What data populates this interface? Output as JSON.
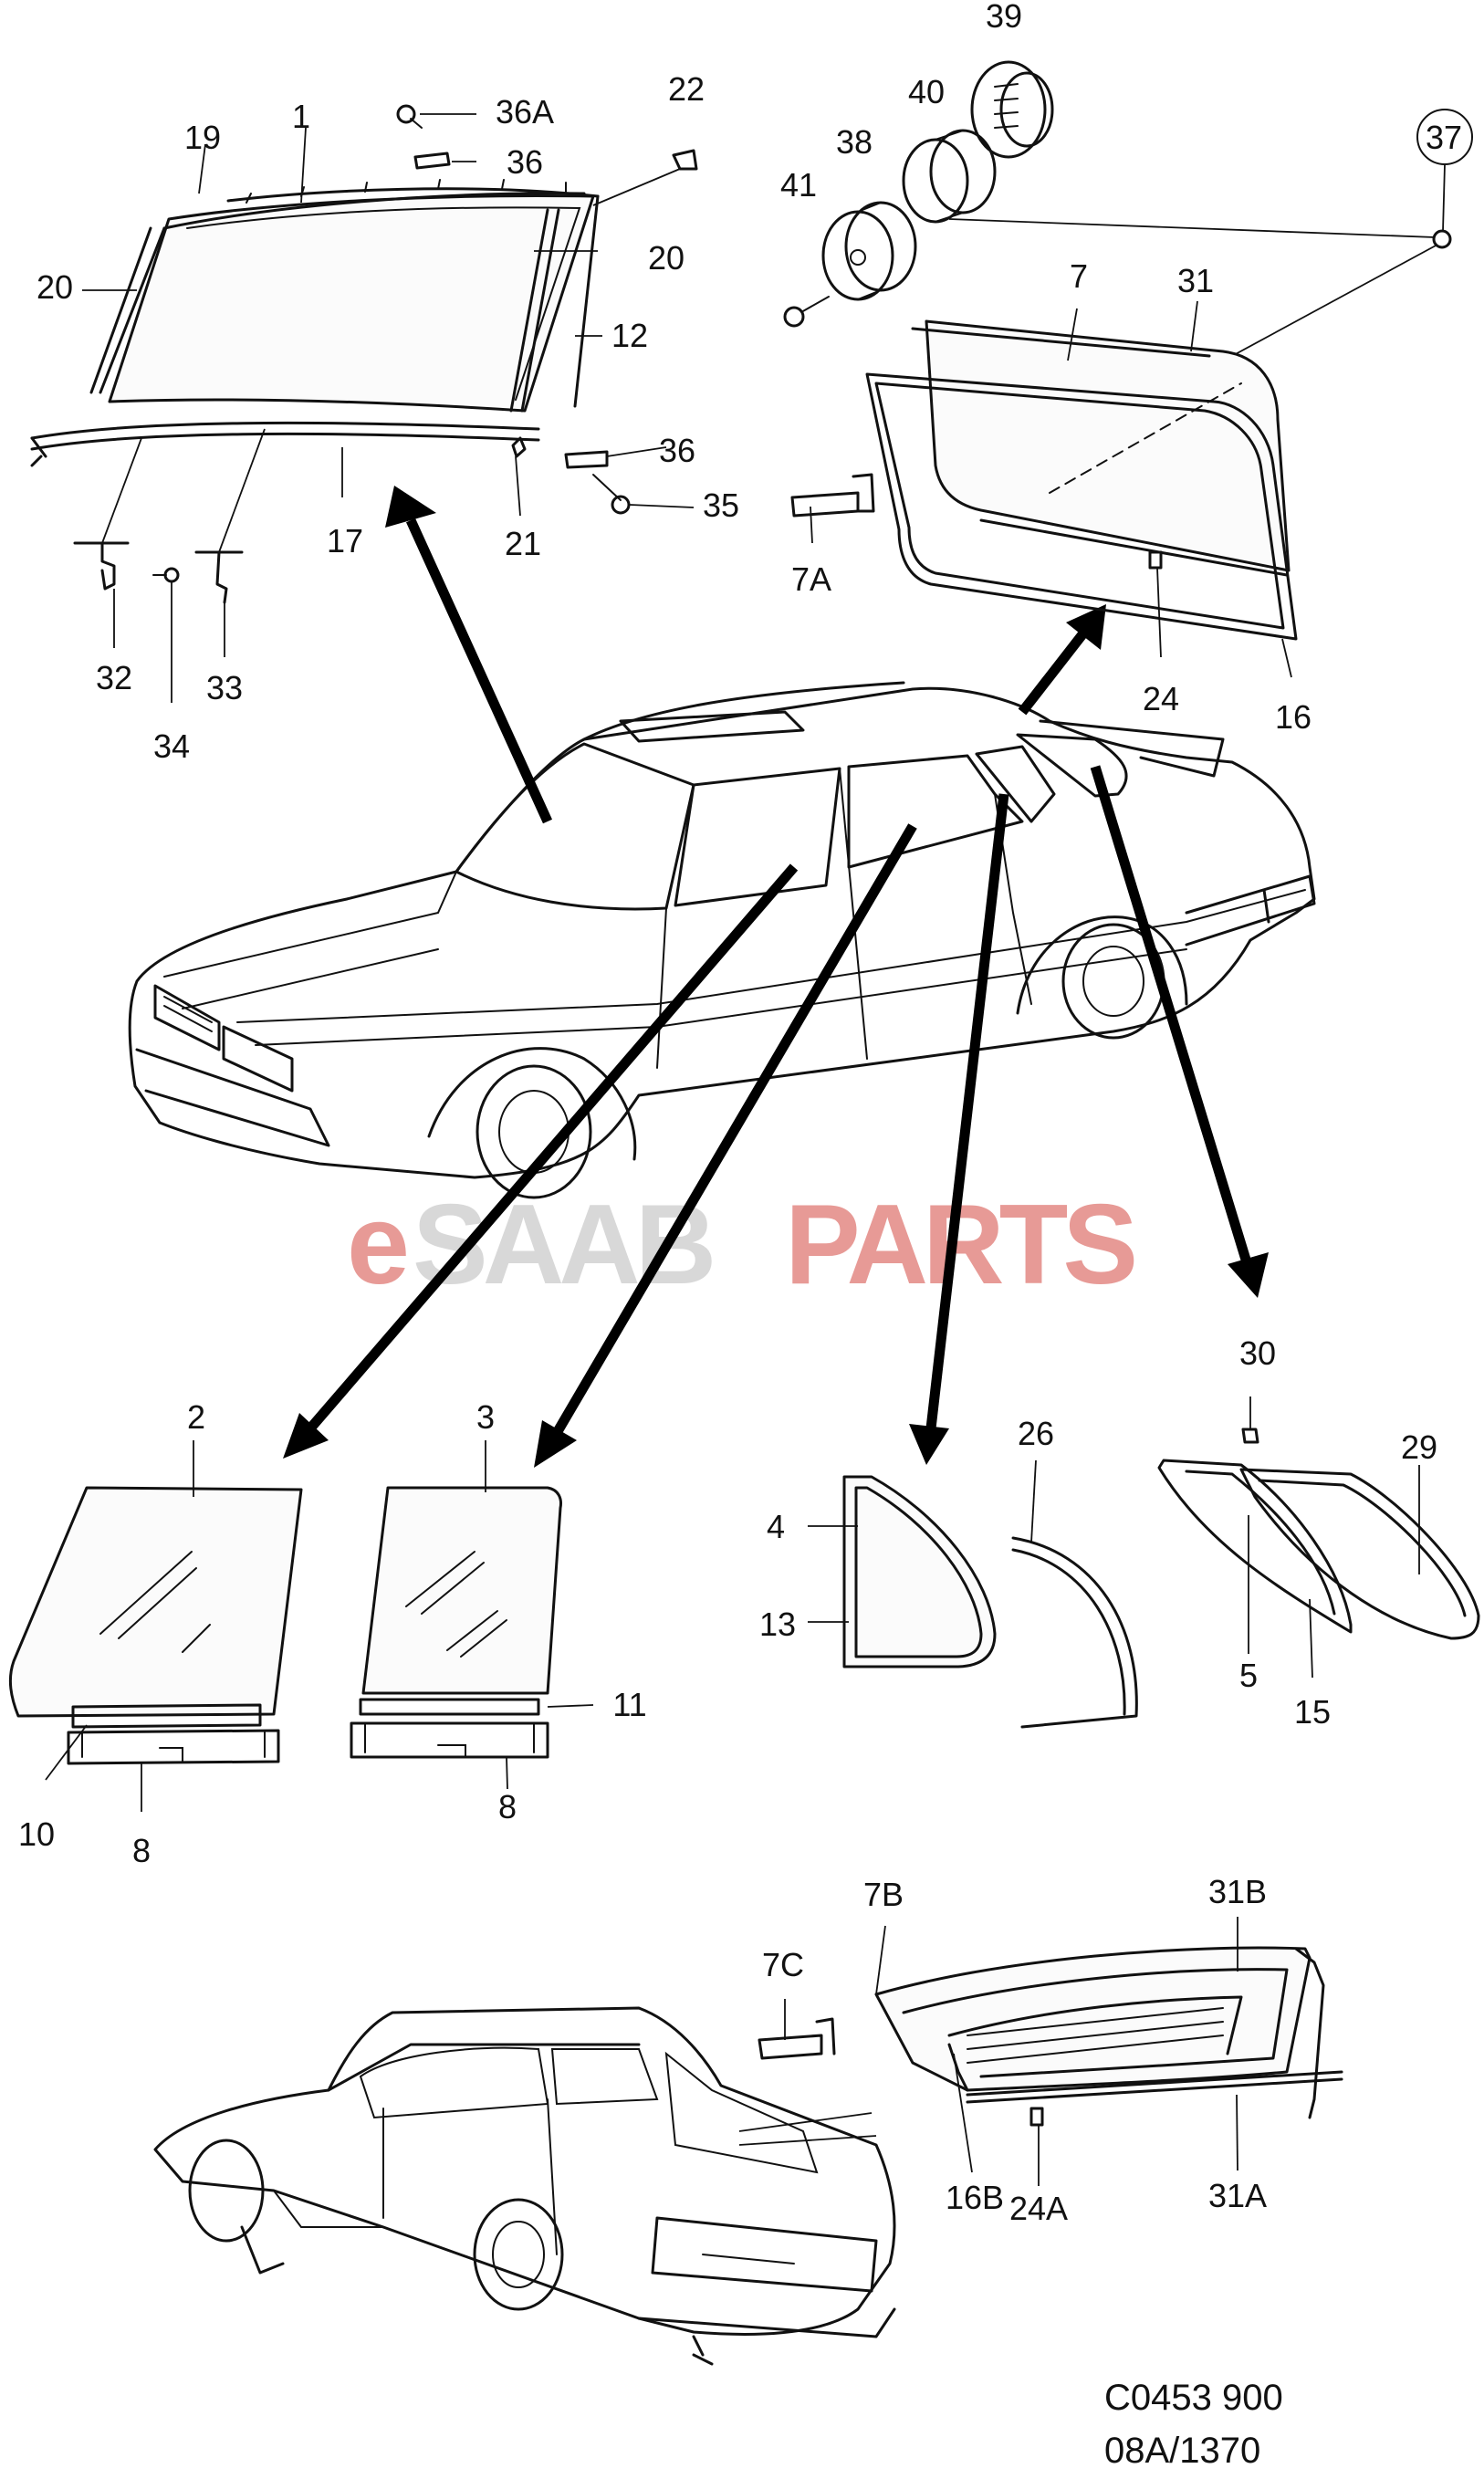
{
  "watermark": {
    "prefix": "e",
    "brand": "SAAB",
    "suffix": "PARTS",
    "colors": {
      "prefix": "#e79a96",
      "brand": "#d8d8d8",
      "suffix": "#e79a96"
    }
  },
  "drawing_code": [
    "C0453 900",
    "08A/1370"
  ],
  "windshield_group": [
    "1",
    "12",
    "17",
    "19",
    "20",
    "20",
    "21",
    "22",
    "32",
    "33",
    "34",
    "35",
    "36",
    "36",
    "36A"
  ],
  "rear_window_group": [
    "7",
    "7A",
    "16",
    "24",
    "31",
    "37",
    "38",
    "39",
    "40",
    "41"
  ],
  "door_glass_groups": [
    {
      "parts": [
        "2",
        "10",
        "8"
      ]
    },
    {
      "parts": [
        "3",
        "11",
        "8"
      ]
    }
  ],
  "quarter_window_group": [
    "4",
    "13",
    "26"
  ],
  "c_pillar_window_group": [
    "5",
    "15",
    "29",
    "30"
  ],
  "rear_window_variant_group": [
    "7B",
    "7C",
    "16B",
    "24A",
    "31A",
    "31B"
  ]
}
